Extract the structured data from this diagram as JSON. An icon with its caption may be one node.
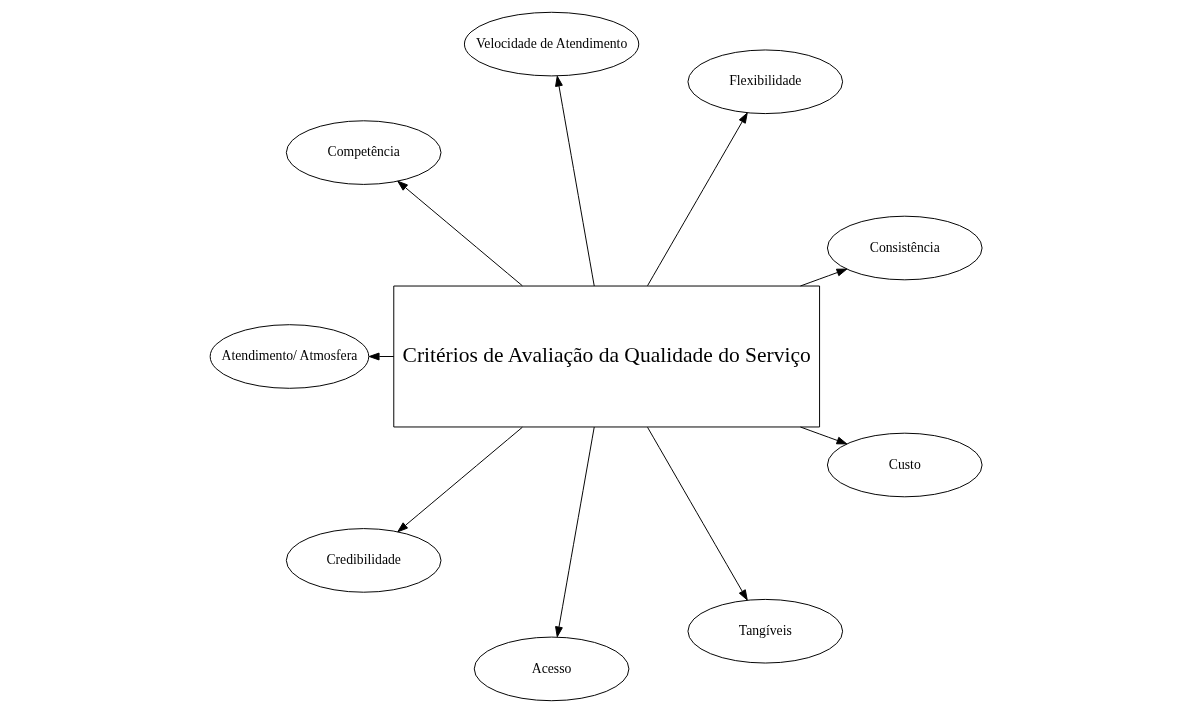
{
  "diagram": {
    "nodes": [
      {
        "text": [
          "Consistência"
        ]
      },
      {
        "text": [
          "Flexibilidade"
        ]
      },
      {
        "text": [
          "Velocidade de Atendimento"
        ]
      },
      {
        "text": [
          "Competência"
        ]
      },
      {
        "text": [
          "Critérios de Avaliação da Qualidade do Serviço"
        ]
      },
      {
        "text": [
          "Atendimento/ Atmosfera"
        ]
      },
      {
        "text": [
          "Credibilidade"
        ]
      },
      {
        "text": [
          "Acesso"
        ]
      },
      {
        "text": [
          "Tangíveis"
        ]
      },
      {
        "text": [
          "Custo"
        ]
      }
    ],
    "edges": [
      {
        "from": 4,
        "to": 0,
        "arrow": "to"
      },
      {
        "from": 4,
        "to": 1,
        "arrow": "to"
      },
      {
        "from": 4,
        "to": 2,
        "arrow": "to"
      },
      {
        "from": 4,
        "to": 3,
        "arrow": "to"
      },
      {
        "from": 4,
        "to": 5,
        "arrow": "to"
      },
      {
        "from": 4,
        "to": 6,
        "arrow": "to"
      },
      {
        "from": 4,
        "to": 7,
        "arrow": "to"
      },
      {
        "from": 4,
        "to": 8,
        "arrow": "to"
      },
      {
        "from": 4,
        "to": 9,
        "arrow": "to"
      }
    ]
  }
}
